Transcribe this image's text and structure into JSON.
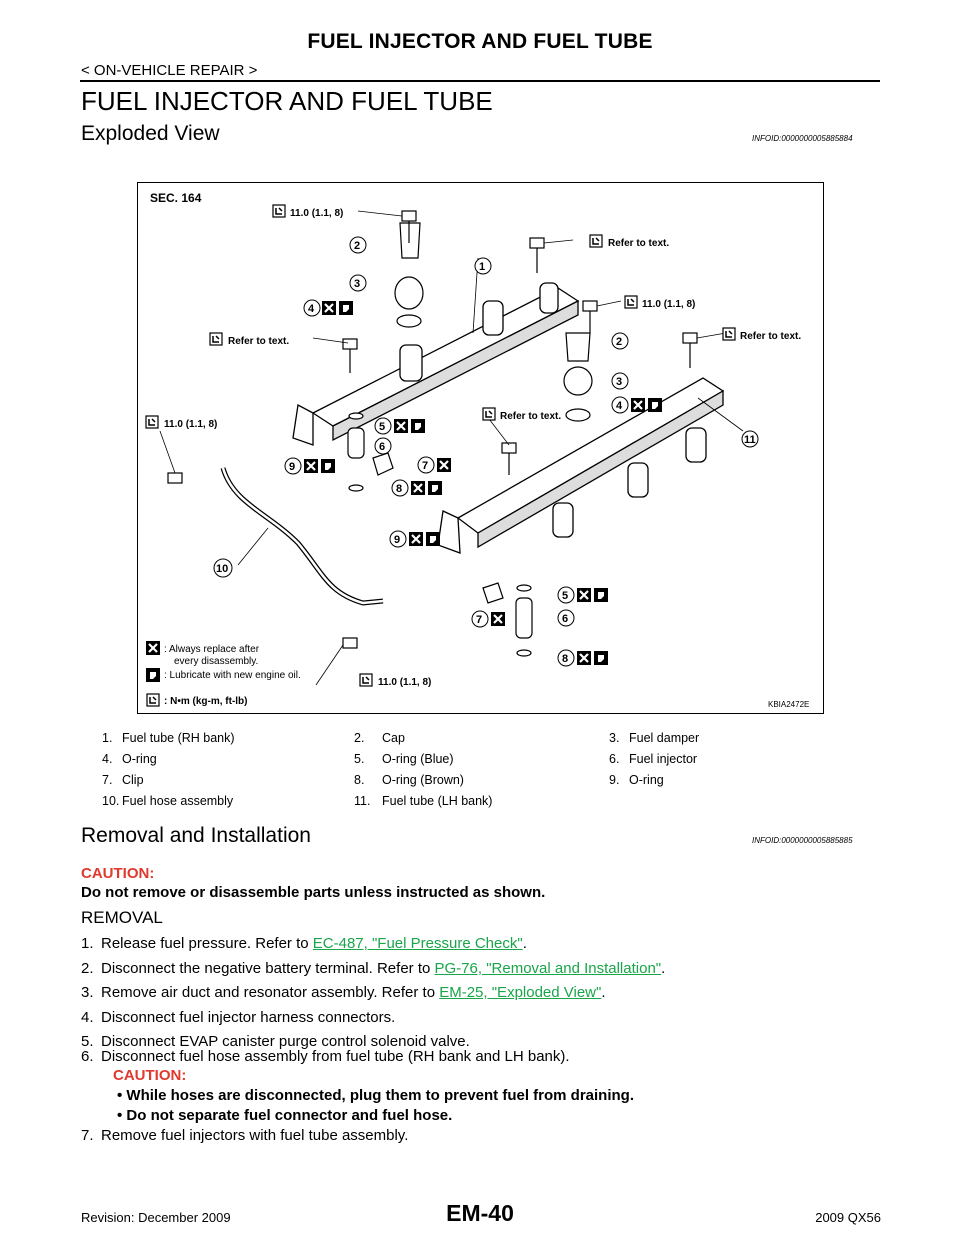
{
  "header": {
    "title": "FUEL INJECTOR AND FUEL TUBE",
    "breadcrumb": "< ON-VEHICLE REPAIR >"
  },
  "section": {
    "title": "FUEL INJECTOR AND FUEL TUBE"
  },
  "exploded_view": {
    "heading": "Exploded View",
    "info_id": "INFOID:0000000005885884",
    "figure": {
      "sec": "SEC. 164",
      "code": "KBIA2472E",
      "torque_value": "11.0 (1.1, 8)",
      "refer_text": "Refer to text.",
      "key_replace_1": ": Always replace after",
      "key_replace_2": "every disassembly.",
      "key_lubricate": ": Lubricate with new engine oil.",
      "key_torque": ": N•m (kg-m, ft-lb)",
      "callouts": [
        "1",
        "2",
        "3",
        "4",
        "5",
        "6",
        "7",
        "8",
        "9",
        "10",
        "11"
      ]
    },
    "legend": [
      [
        "1.",
        "Fuel tube (RH bank)",
        "2.",
        "Cap",
        "3.",
        "Fuel damper"
      ],
      [
        "4.",
        "O-ring",
        "5.",
        "O-ring (Blue)",
        "6.",
        "Fuel injector"
      ],
      [
        "7.",
        "Clip",
        "8.",
        "O-ring (Brown)",
        "9.",
        "O-ring"
      ],
      [
        "10.",
        "Fuel hose assembly",
        "11.",
        "Fuel tube (LH bank)",
        "",
        ""
      ]
    ]
  },
  "removal": {
    "heading": "Removal and Installation",
    "info_id": "INFOID:0000000005885885",
    "caution_label": "CAUTION:",
    "caution_text": "Do not remove or disassemble parts unless instructed as shown.",
    "subheading": "REMOVAL",
    "steps": [
      {
        "num": "1.",
        "text": "Release fuel pressure. Refer to ",
        "link": "EC-487, \"Fuel Pressure Check\"",
        "after": "."
      },
      {
        "num": "2.",
        "text": "Disconnect the negative battery terminal. Refer to ",
        "link": "PG-76, \"Removal and Installation\"",
        "after": "."
      },
      {
        "num": "3.",
        "text": "Remove air duct and resonator assembly. Refer to ",
        "link": "EM-25, \"Exploded View\"",
        "after": "."
      },
      {
        "num": "4.",
        "text": "Disconnect fuel injector harness connectors.",
        "link": "",
        "after": ""
      },
      {
        "num": "5.",
        "text": "Disconnect EVAP canister purge control solenoid valve.",
        "link": "",
        "after": ""
      },
      {
        "num": "6.",
        "text": "Disconnect fuel hose assembly from fuel tube (RH bank and LH bank).",
        "link": "",
        "after": ""
      },
      {
        "num": "7.",
        "text": "Remove fuel injectors with fuel tube assembly.",
        "link": "",
        "after": ""
      }
    ],
    "step6_caution_label": "CAUTION:",
    "step6_bullets": [
      "While hoses are disconnected, plug them to prevent fuel from draining.",
      "Do not separate fuel connector and fuel hose."
    ]
  },
  "footer": {
    "revision": "Revision: December 2009",
    "page": "EM-40",
    "model": "2009 QX56"
  }
}
